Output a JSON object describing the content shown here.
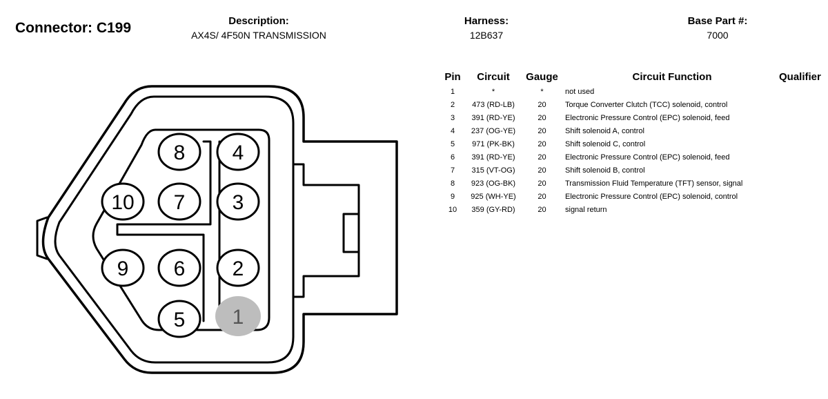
{
  "connector": {
    "label": "Connector: C199"
  },
  "description": {
    "label": "Description:",
    "value": "AX4S/ 4F50N TRANSMISSION"
  },
  "harness": {
    "label": "Harness:",
    "value": "12B637"
  },
  "base_part": {
    "label": "Base Part #:",
    "value": "7000"
  },
  "table": {
    "headers": {
      "pin": "Pin",
      "circuit": "Circuit",
      "gauge": "Gauge",
      "function": "Circuit Function",
      "qualifier": "Qualifier"
    },
    "rows": [
      {
        "pin": "1",
        "circuit": "*",
        "gauge": "*",
        "function": "not used"
      },
      {
        "pin": "2",
        "circuit": "473 (RD-LB)",
        "gauge": "20",
        "function": "Torque Converter Clutch (TCC) solenoid, control"
      },
      {
        "pin": "3",
        "circuit": "391 (RD-YE)",
        "gauge": "20",
        "function": "Electronic Pressure Control (EPC) solenoid, feed"
      },
      {
        "pin": "4",
        "circuit": "237 (OG-YE)",
        "gauge": "20",
        "function": "Shift solenoid A, control"
      },
      {
        "pin": "5",
        "circuit": "971 (PK-BK)",
        "gauge": "20",
        "function": "Shift solenoid C, control"
      },
      {
        "pin": "6",
        "circuit": "391 (RD-YE)",
        "gauge": "20",
        "function": "Electronic Pressure Control (EPC) solenoid, feed"
      },
      {
        "pin": "7",
        "circuit": "315 (VT-OG)",
        "gauge": "20",
        "function": "Shift solenoid B, control"
      },
      {
        "pin": "8",
        "circuit": "923 (OG-BK)",
        "gauge": "20",
        "function": "Transmission Fluid Temperature (TFT) sensor, signal"
      },
      {
        "pin": "9",
        "circuit": "925 (WH-YE)",
        "gauge": "20",
        "function": "Electronic Pressure Control (EPC) solenoid, control"
      },
      {
        "pin": "10",
        "circuit": "359 (GY-RD)",
        "gauge": "20",
        "function": "signal return"
      }
    ]
  },
  "diagram": {
    "pin_labels": [
      "1",
      "2",
      "3",
      "4",
      "5",
      "6",
      "7",
      "8",
      "9",
      "10"
    ],
    "highlight_color": "#bdbdbd"
  }
}
